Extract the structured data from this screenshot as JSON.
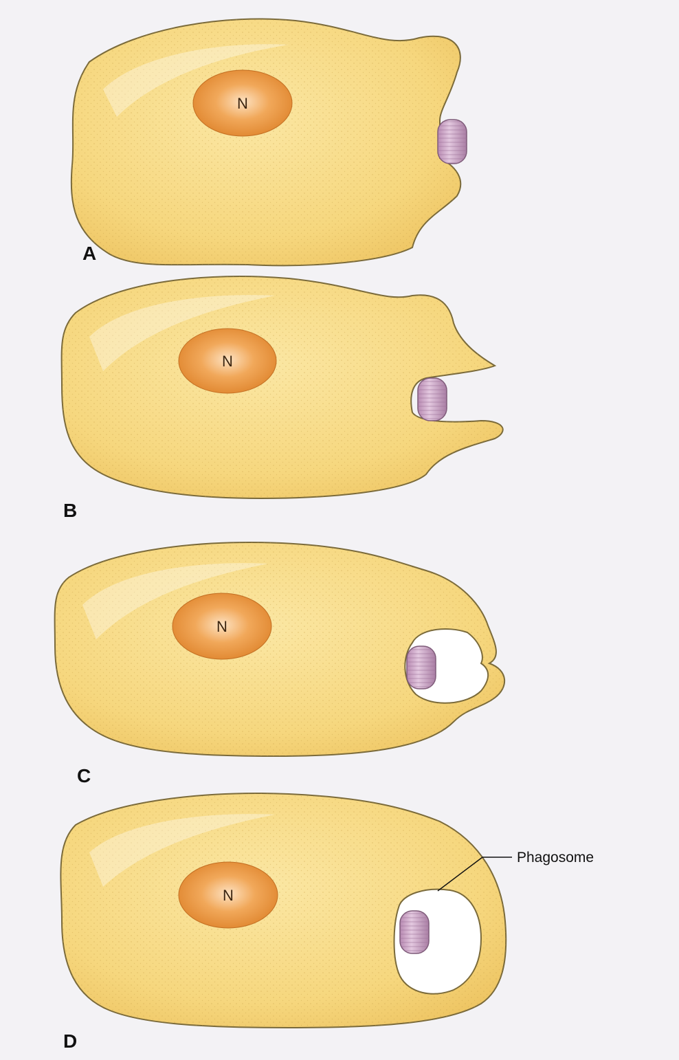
{
  "figure": {
    "panels": [
      {
        "id": "A",
        "label": "A",
        "nucleus_label": "N",
        "stage": "bacterium attached to cell surface"
      },
      {
        "id": "B",
        "label": "B",
        "nucleus_label": "N",
        "stage": "pseudopods extending around bacterium"
      },
      {
        "id": "C",
        "label": "C",
        "nucleus_label": "N",
        "stage": "pseudopods meeting and fusing"
      },
      {
        "id": "D",
        "label": "D",
        "nucleus_label": "N",
        "stage": "bacterium enclosed in phagosome"
      }
    ],
    "callout": {
      "label": "Phagosome"
    },
    "colors": {
      "cell_fill": "#f6d77e",
      "cell_outline": "#7a6a3a",
      "nucleus_fill": "#e8913a",
      "bacterium_fill": "#c9a3c4",
      "background": "#f3f2f6"
    }
  }
}
